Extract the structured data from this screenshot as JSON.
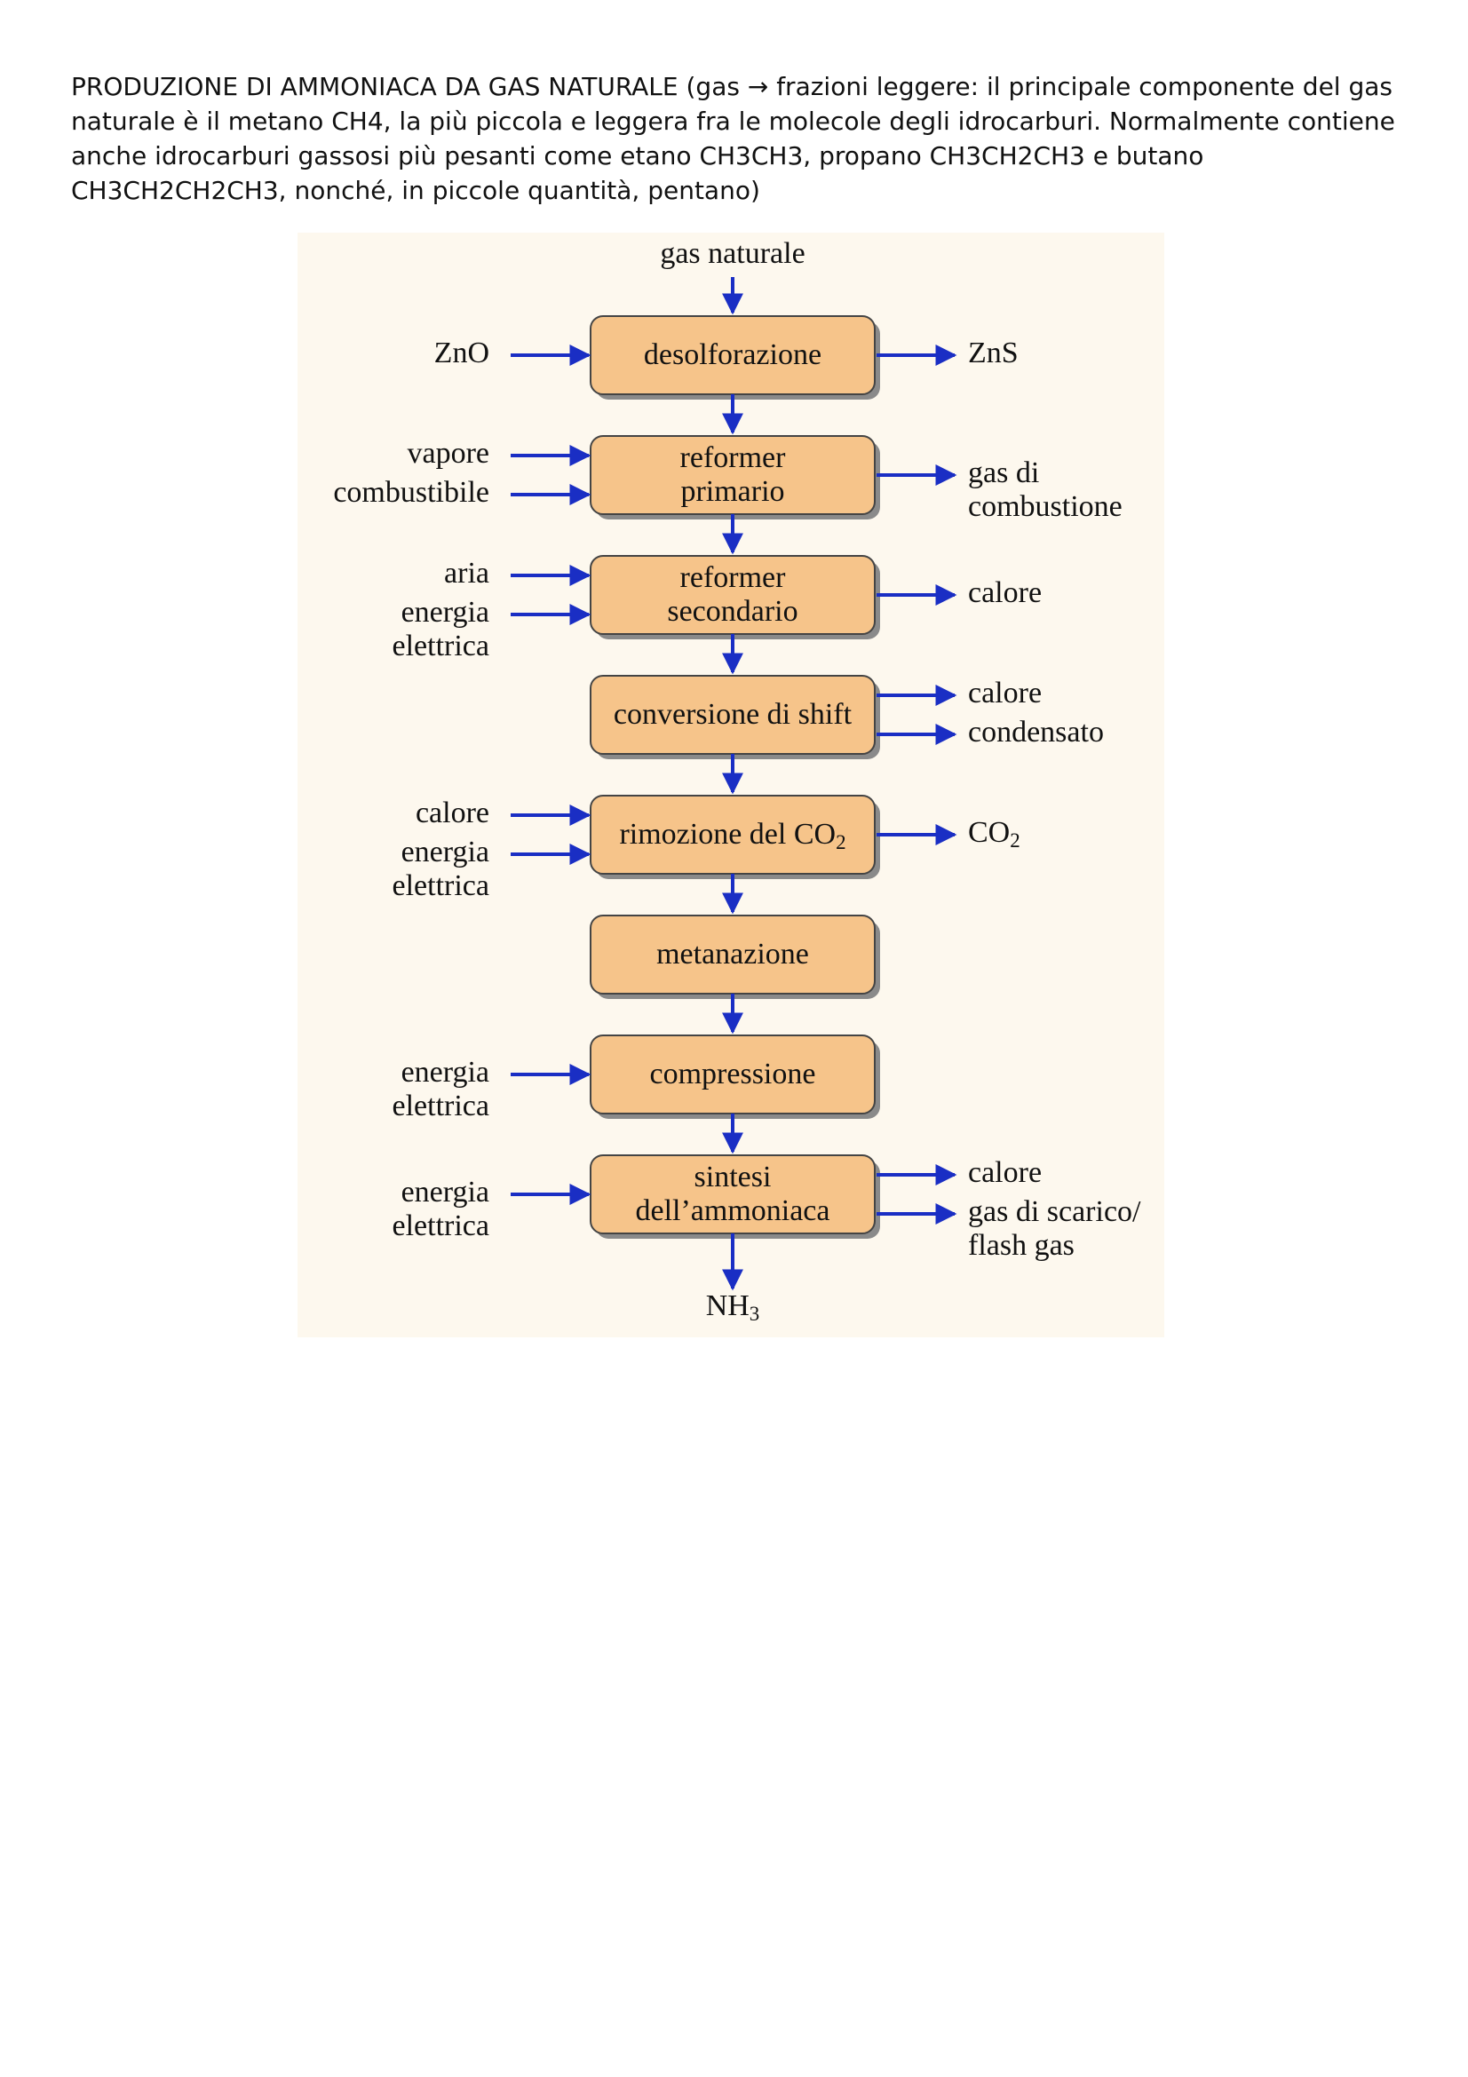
{
  "intro_text": "PRODUZIONE DI AMMONIACA DA GAS NATURALE (gas → frazioni leggere: il principale componente del gas naturale è il metano CH4, la più piccola e leggera fra le molecole degli idrocarburi. Normalmente contiene anche idrocarburi gassosi più pesanti come etano CH3CH3, propano CH3CH2CH3 e butano CH3CH2CH2CH3, nonché, in piccole quantità, pentano)",
  "colors": {
    "background": "#fdf8ee",
    "box_fill": "#f6c48a",
    "box_stroke": "#444444",
    "arrow": "#1a2ec4"
  },
  "diagram": {
    "input_top": "gas naturale",
    "output_bottom": {
      "main": "NH",
      "sub": "3"
    },
    "steps": [
      {
        "lines": [
          "desolforazione"
        ],
        "inputs": [
          [
            "ZnO"
          ]
        ],
        "outputs": [
          [
            "ZnS"
          ]
        ]
      },
      {
        "lines": [
          "reformer",
          "primario"
        ],
        "inputs": [
          [
            "vapore"
          ],
          [
            "combustibile"
          ]
        ],
        "outputs": [
          [
            "gas di",
            "combustione"
          ]
        ]
      },
      {
        "lines": [
          "reformer",
          "secondario"
        ],
        "inputs": [
          [
            "aria"
          ],
          [
            "energia",
            "elettrica"
          ]
        ],
        "outputs": [
          [
            "calore"
          ]
        ]
      },
      {
        "lines": [
          "conversione di shift"
        ],
        "inputs": [],
        "outputs": [
          [
            "calore"
          ],
          [
            "condensato"
          ]
        ]
      },
      {
        "lines": [
          "rimozione del CO"
        ],
        "sub": "2",
        "inputs": [
          [
            "calore"
          ],
          [
            "energia",
            "elettrica"
          ]
        ],
        "outputs": [
          [
            "CO"
          ]
        ],
        "out_sub": "2"
      },
      {
        "lines": [
          "metanazione"
        ],
        "inputs": [],
        "outputs": []
      },
      {
        "lines": [
          "compressione"
        ],
        "inputs": [
          [
            "energia",
            "elettrica"
          ]
        ],
        "outputs": []
      },
      {
        "lines": [
          "sintesi",
          "dell’ammoniaca"
        ],
        "inputs": [
          [
            "energia",
            "elettrica"
          ]
        ],
        "outputs": [
          [
            "calore"
          ],
          [
            "gas di scarico/",
            "flash gas"
          ]
        ]
      }
    ]
  }
}
